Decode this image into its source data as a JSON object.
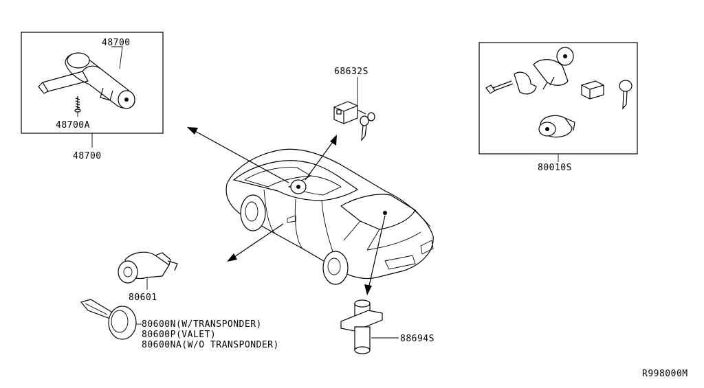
{
  "diagram_id": "R998000M",
  "parts": {
    "ignition_box_top_label": "48700",
    "ignition_box_screw_label": "48700A",
    "ignition_box_bottom_label": "48700",
    "lock_unit_label": "68632S",
    "key_set_label": "80010S",
    "door_cylinder_label": "80601",
    "key_line_1": "80600N(W/TRANSPONDER)",
    "key_line_2": "80600P(VALET)",
    "key_line_3": "80600NA(W/O TRANSPONDER)",
    "trunk_cylinder_label": "88694S"
  }
}
